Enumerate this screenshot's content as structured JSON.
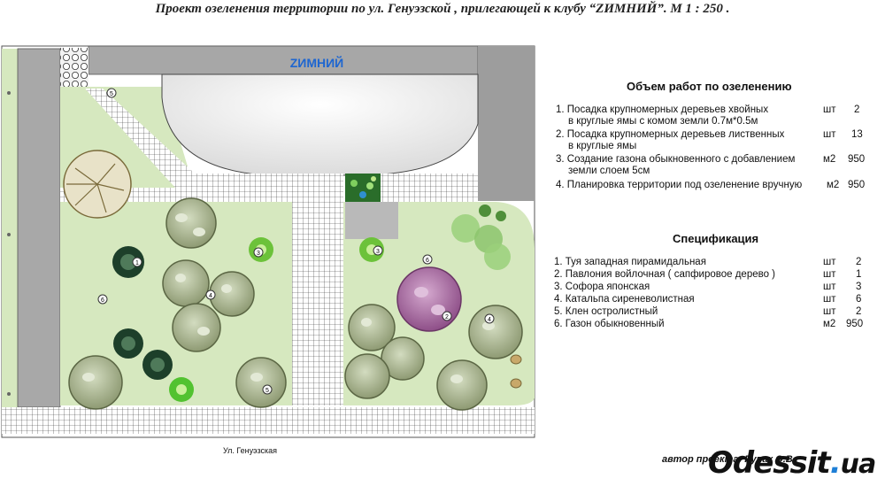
{
  "title": "Проект озеленения территории по ул. Генуэзской , прилегающей к клубу “ZИМНИЙ”. М 1 : 250 .",
  "building_label": "ZИМНИЙ",
  "street_label": "Ул. Генуэзская",
  "author": "автор проекта: Рупак О.В.",
  "logo": {
    "main": "Odessit",
    "dot": ".",
    "tld": "ua"
  },
  "colors": {
    "lawn": "#d6e8bf",
    "pavement": "#ffffff",
    "road": "#a8a8a8",
    "tree_canopy": "#b9c7a3",
    "sophora": "#b07aa8",
    "brand_dot": "#1e7fd6"
  },
  "works": {
    "heading": "Объем работ по озеленению",
    "rows": [
      {
        "lines": [
          "1. Посадка крупномерных деревьев хвойных",
          "в круглые ямы с комом земли 0.7м*0.5м"
        ],
        "unit": "шт",
        "qty": "2"
      },
      {
        "lines": [
          "2. Посадка крупномерных деревьев лиственных",
          "в круглые ямы"
        ],
        "unit": "шт",
        "qty": "13"
      },
      {
        "lines": [
          "3. Создание газона обыкновенного с добавлением",
          "земли слоем 5см"
        ],
        "unit": "м2",
        "qty": "950"
      },
      {
        "lines": [
          "4. Планировка территории под озеленение вручную"
        ],
        "unit": "м2",
        "qty": "950"
      }
    ]
  },
  "spec": {
    "heading": "Спецификация",
    "rows": [
      {
        "name": "1. Туя западная пирамидальная",
        "unit": "шт",
        "qty": "2"
      },
      {
        "name": "2. Павлония войлочная ( сапфировое дерево )",
        "unit": "шт",
        "qty": "1"
      },
      {
        "name": "3. Софора японская",
        "unit": "шт",
        "qty": "3"
      },
      {
        "name": "4. Катальпа сиреневолистная",
        "unit": "шт",
        "qty": "6"
      },
      {
        "name": "5. Клен остролистный",
        "unit": "шт",
        "qty": "2"
      },
      {
        "name": "6. Газон обыкновенный",
        "unit": "м2",
        "qty": "950"
      }
    ]
  },
  "plan_markers": [
    "1",
    "2",
    "3",
    "4",
    "5",
    "6"
  ]
}
